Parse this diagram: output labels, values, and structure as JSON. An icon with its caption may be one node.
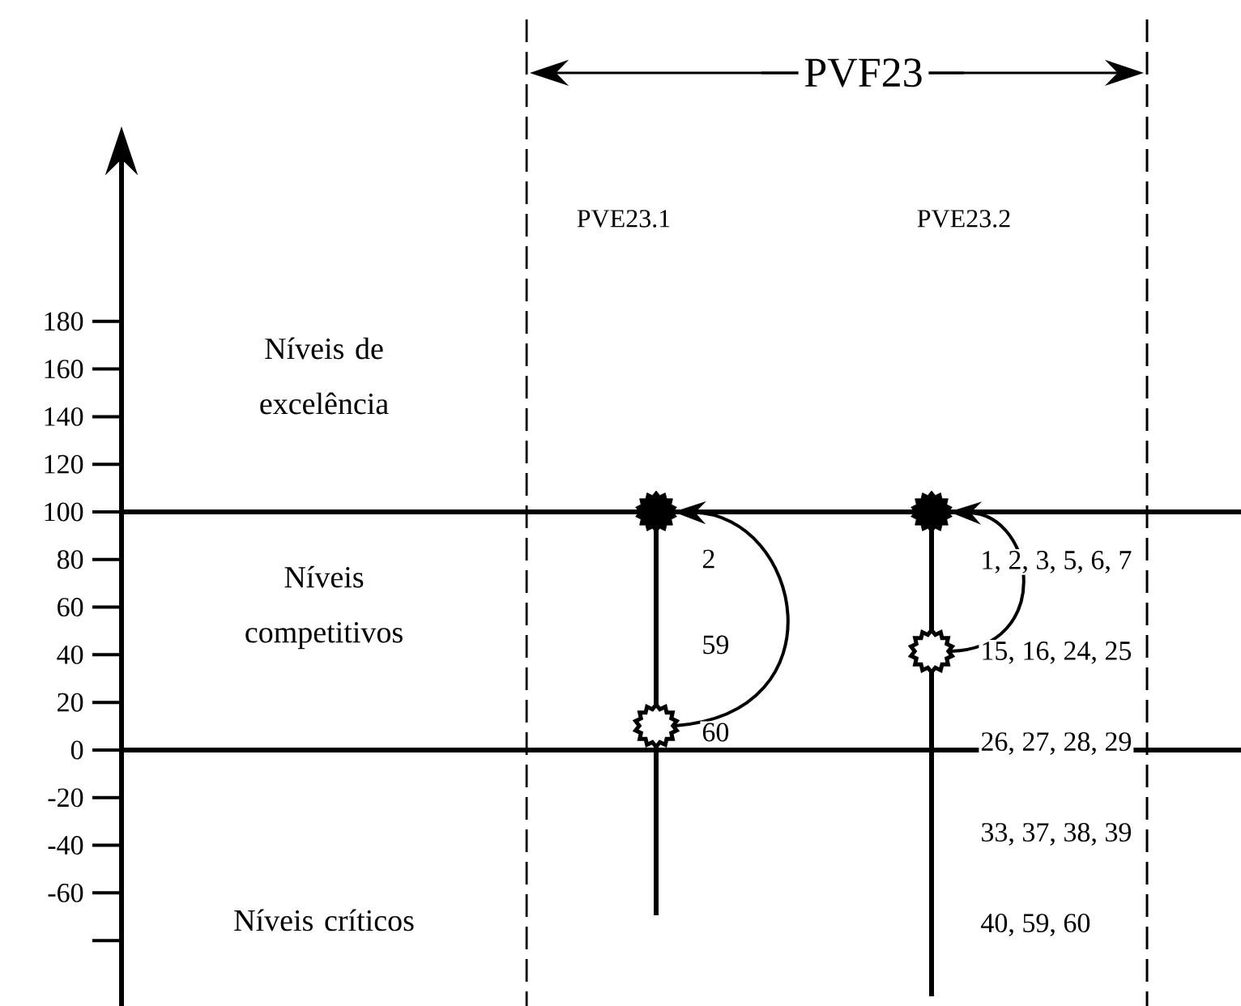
{
  "diagram": {
    "nodes": [
      {
        "text": [],
        "shape": "circle"
      },
      {
        "text": [],
        "shape": "circle"
      },
      {
        "text": [],
        "shape": "circle"
      },
      {
        "text": [],
        "shape": "circle"
      }
    ],
    "edges": [
      {
        "from": 1,
        "to": 0,
        "arrow": "to"
      },
      {
        "from": 3,
        "to": 2,
        "arrow": "to"
      }
    ],
    "labels": [
      "PVF23",
      "PVE23.1",
      "PVE23.2",
      "180",
      "160",
      "140",
      "120",
      "100",
      "80",
      "60",
      "40",
      "20",
      "0",
      "-20",
      "-40",
      "-60",
      "Níveis de excelência",
      "Níveis competitivos",
      "Níveis críticos",
      "2",
      "59",
      "60",
      "1, 2, 3, 5, 6, 7",
      "15, 16, 24, 25",
      "26, 27, 28, 29",
      "33, 37, 38, 39",
      "40, 59, 60"
    ]
  }
}
